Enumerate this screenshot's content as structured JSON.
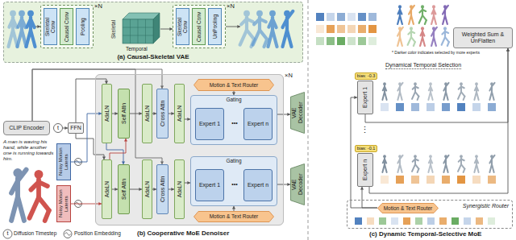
{
  "diagram": {
    "nodes": [
      {
        "text": [
          "(a) Causal-Skeletal VAE"
        ]
      },
      {
        "text": [
          "×N"
        ],
        "in": 0
      },
      {
        "text": [
          "Skeletal Conv"
        ],
        "in": 1
      },
      {
        "text": [
          "Causal Conv"
        ],
        "in": 1
      },
      {
        "text": [
          "Pooling"
        ],
        "in": 1
      },
      {
        "text": [
          "×N"
        ],
        "in": 0
      },
      {
        "text": [
          "Skeletal Conv"
        ],
        "in": 5
      },
      {
        "text": [
          "Causal Conv"
        ],
        "in": 5
      },
      {
        "text": [
          "UnPooling"
        ],
        "in": 5
      },
      {
        "text": [
          "CLIP Encoder"
        ]
      },
      {
        "text": [
          "t"
        ]
      },
      {
        "text": [
          "FFN"
        ]
      },
      {
        "text": [
          "Noisy Motion Latents"
        ]
      },
      {
        "text": [
          "Noisy Motion Latents"
        ]
      },
      {
        "text": [
          "×N"
        ]
      },
      {
        "text": [
          "AdaLN"
        ],
        "in": 14
      },
      {
        "text": [
          "Self Attn"
        ],
        "in": 14
      },
      {
        "text": [
          "AdaLN"
        ],
        "in": 14
      },
      {
        "text": [
          "Cross Attn"
        ],
        "in": 14
      },
      {
        "text": [
          "AdaLN"
        ],
        "in": 14
      },
      {
        "text": [
          "Motion & Text Router"
        ],
        "in": 14
      },
      {
        "text": [
          "Gating"
        ],
        "in": 14
      },
      {
        "text": [
          "Expert 1"
        ],
        "in": 21
      },
      {
        "text": [
          "Expert n"
        ],
        "in": 21
      },
      {
        "text": [
          "AdaLN"
        ],
        "in": 14
      },
      {
        "text": [
          "Self Attn"
        ],
        "in": 14
      },
      {
        "text": [
          "AdaLN"
        ],
        "in": 14
      },
      {
        "text": [
          "Cross Attn"
        ],
        "in": 14
      },
      {
        "text": [
          "AdaLN"
        ],
        "in": 14
      },
      {
        "text": [
          "Gating"
        ],
        "in": 14
      },
      {
        "text": [
          "Expert 1"
        ],
        "in": 29
      },
      {
        "text": [
          "Expert n"
        ],
        "in": 29
      },
      {
        "text": [
          "Motion & Text Router"
        ],
        "in": 14
      },
      {
        "text": [
          "VAE Decoder"
        ]
      },
      {
        "text": [
          "VAE Decoder"
        ]
      },
      {
        "text": [
          "Weighted Sum & UnFlatten"
        ]
      },
      {
        "text": [
          "bias: -0.3"
        ]
      },
      {
        "text": [
          "Expert 1"
        ]
      },
      {
        "text": [
          "bias: -0.1"
        ]
      },
      {
        "text": [
          "Expert n"
        ]
      },
      {
        "text": [
          "Synergistic Router"
        ]
      },
      {
        "text": [
          "Motion & Text Router"
        ],
        "in": 40
      }
    ],
    "edges": [
      {
        "from": 10,
        "to": 11,
        "arrow": "to"
      },
      {
        "from": 11,
        "to": 15,
        "arrow": "to"
      },
      {
        "from": 11,
        "to": 24,
        "arrow": "to"
      },
      {
        "from": 12,
        "to": 15,
        "arrow": "to"
      },
      {
        "from": 13,
        "to": 24,
        "arrow": "to"
      },
      {
        "from": 9,
        "to": 18,
        "arrow": "to"
      },
      {
        "from": 9,
        "to": 27,
        "arrow": "to"
      },
      {
        "from": 15,
        "to": 16,
        "arrow": "to"
      },
      {
        "from": 16,
        "to": 17,
        "arrow": "to"
      },
      {
        "from": 17,
        "to": 18,
        "arrow": "to"
      },
      {
        "from": 18,
        "to": 19,
        "arrow": "to"
      },
      {
        "from": 19,
        "to": 21,
        "arrow": "to"
      },
      {
        "from": 20,
        "to": 21,
        "arrow": "to"
      },
      {
        "from": 21,
        "to": 33,
        "arrow": "to"
      },
      {
        "from": 24,
        "to": 25,
        "arrow": "to"
      },
      {
        "from": 25,
        "to": 26,
        "arrow": "to"
      },
      {
        "from": 26,
        "to": 27,
        "arrow": "to"
      },
      {
        "from": 27,
        "to": 28,
        "arrow": "to"
      },
      {
        "from": 28,
        "to": 29,
        "arrow": "to"
      },
      {
        "from": 32,
        "to": 29,
        "arrow": "to"
      },
      {
        "from": 29,
        "to": 34,
        "arrow": "to"
      },
      {
        "from": 15,
        "to": 25,
        "arrow": "to"
      },
      {
        "from": 24,
        "to": 16,
        "arrow": "to"
      },
      {
        "from": 41,
        "to": 39,
        "arrow": "to"
      },
      {
        "from": 41,
        "to": 37,
        "arrow": "to"
      },
      {
        "from": 37,
        "to": 35,
        "arrow": "to"
      },
      {
        "from": 39,
        "to": 35,
        "arrow": "to"
      }
    ],
    "labels": [
      "Skeletal",
      "Temporal",
      "A man is waving his hand, while another one is running towards him.",
      "•••",
      "•••",
      "t",
      "(b) Cooperative MoE Denoiser",
      "* Darker color indicates selected by more experts",
      "Dynamical Temporal Selection",
      "⋮",
      "(c) Dynamic Temporal-Selective MoE"
    ],
    "legend": [
      {
        "text": "Diffusion Timestep"
      },
      {
        "text": "Position Embedding"
      }
    ]
  }
}
